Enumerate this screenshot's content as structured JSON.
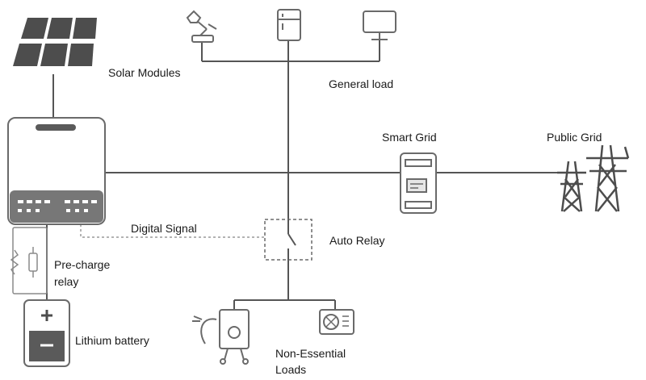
{
  "labels": {
    "solar_modules": "Solar Modules",
    "general_load": "General load",
    "smart_grid": "Smart Grid",
    "public_grid": "Public Grid",
    "digital_signal": "Digital Signal",
    "auto_relay": "Auto Relay",
    "precharge_relay_line1": "Pre-charge",
    "precharge_relay_line2": "relay",
    "lithium_battery": "Lithium battery",
    "non_essential_line1": "Non-Essential",
    "non_essential_line2": "Loads"
  },
  "icons": {
    "solar_panel": "solar-panel-icon",
    "inverter": "inverter-icon",
    "desk_lamp": "desk-lamp-icon",
    "refrigerator": "refrigerator-icon",
    "monitor": "monitor-icon",
    "smart_meter": "smart-meter-icon",
    "transmission_tower": "transmission-tower-icon",
    "relay_switch": "relay-switch-icon",
    "battery": "battery-icon",
    "water_heater": "water-heater-icon",
    "air_conditioner": "air-conditioner-icon"
  },
  "colors": {
    "line": "#555555",
    "icon_stroke": "#6a6a6a",
    "panel_fill": "#4d4d4d",
    "dashed": "#9a9a9a"
  }
}
